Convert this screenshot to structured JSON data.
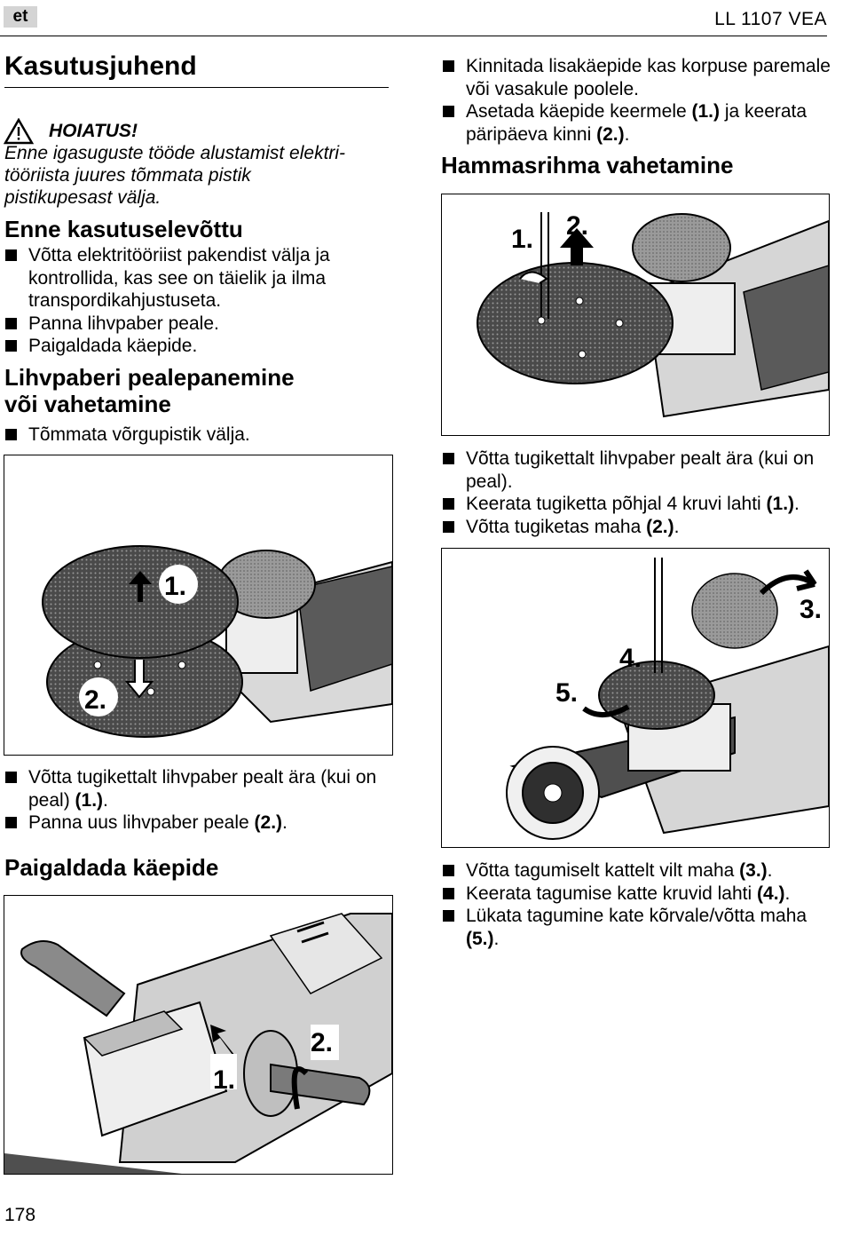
{
  "header": {
    "lang": "et",
    "model": "LL 1107 VEA"
  },
  "title": "Kasutusjuhend",
  "warning": {
    "label": "HOIATUS!",
    "text": "Enne igasuguste tööde alustamist elektri-\ntööriista juures tõmmata pistik\npistikupesast välja."
  },
  "sections": {
    "before_use": {
      "heading": "Enne kasutuselevõttu",
      "items": [
        "Võtta elektritööriist pakendist välja ja kontrollida, kas see on täielik ja ilma transpordikahjustuseta.",
        "Panna lihvpaber peale.",
        "Paigaldada käepide."
      ]
    },
    "sandpaper": {
      "heading_line1": "Lihvpaberi pealepanemine",
      "heading_line2": "või vahetamine",
      "items": [
        "Tõmmata võrgupistik välja."
      ],
      "after_items": [
        {
          "text": "Võtta tugikettalt lihvpaber pealt ära (kui on peal) ",
          "ref": "(1.)",
          "end": "."
        },
        {
          "text": "Panna uus lihvpaber peale ",
          "ref": "(2.)",
          "end": "."
        }
      ],
      "figure_labels": [
        "1.",
        "2."
      ]
    },
    "handle": {
      "heading": "Paigaldada käepide",
      "figure_labels": [
        "1.",
        "2."
      ],
      "items": [
        {
          "text": "Kinnitada lisakäepide kas korpuse paremale või vasakule poolele.",
          "ref": "",
          "end": ""
        },
        {
          "text": "Asetada käepide keermele ",
          "ref": "(1.)",
          "end": " ja keerata päripäeva kinni ",
          "ref2": "(2.)",
          "end2": "."
        }
      ]
    },
    "belt": {
      "heading": "Hammasrihma vahetamine",
      "figure1_labels": [
        "1.",
        "2."
      ],
      "items1": [
        {
          "text": "Võtta tugikettalt lihvpaber pealt ära (kui on peal).",
          "ref": "",
          "end": ""
        },
        {
          "text": "Keerata tugiketta põhjal 4 kruvi lahti ",
          "ref": "(1.)",
          "end": "."
        },
        {
          "text": "Võtta tugiketas maha ",
          "ref": "(2.)",
          "end": "."
        }
      ],
      "figure2_labels": [
        "3.",
        "4.",
        "5."
      ],
      "items2": [
        {
          "text": "Võtta tagumiselt kattelt vilt maha ",
          "ref": "(3.)",
          "end": "."
        },
        {
          "text": "Keerata tagumise katte kruvid lahti ",
          "ref": "(4.)",
          "end": "."
        },
        {
          "text": "Lükata tagumine kate kõrvale/võtta maha ",
          "ref": "(5.)",
          "end": "."
        }
      ]
    }
  },
  "footer": {
    "page_number": "178"
  }
}
